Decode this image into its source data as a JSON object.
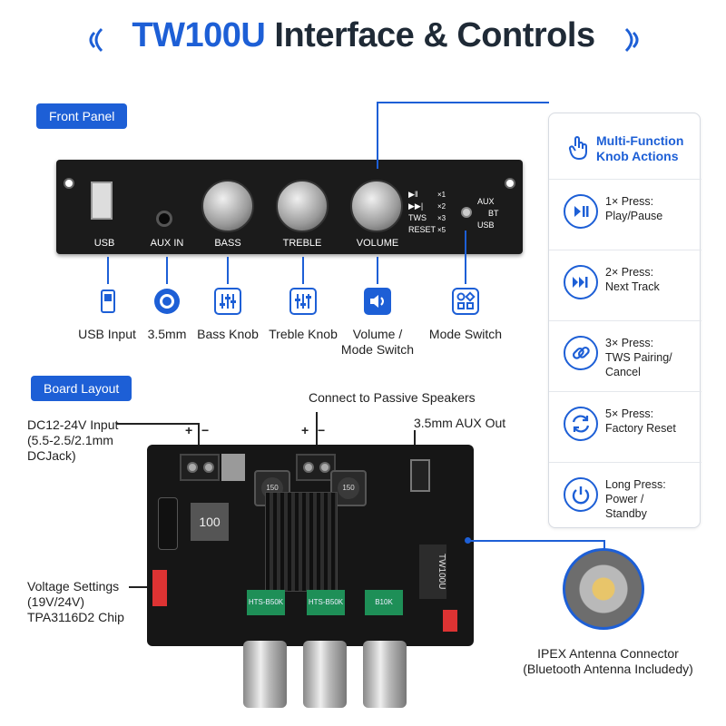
{
  "title": {
    "prefix": "TW100U",
    "rest": " Interface & Controls"
  },
  "colors": {
    "accent": "#1d5fd6",
    "text": "#222222",
    "panel": "#1b1b1b"
  },
  "front_panel": {
    "label": "Front Panel",
    "panel_labels": {
      "usb": "USB",
      "aux_in": "AUX IN",
      "bass": "BASS",
      "treble": "TREBLE",
      "volume": "VOLUME"
    },
    "indicator_lines": [
      "▶‖",
      "▶▶|",
      "TWS",
      "RESET"
    ],
    "indicator_counts": [
      "×1",
      "×2",
      "×3",
      "×5"
    ],
    "mode_labels": [
      "AUX",
      "BT",
      "USB"
    ],
    "icons": [
      {
        "name": "usb-icon",
        "label": "USB Input"
      },
      {
        "name": "jack-icon",
        "label": "3.5mm"
      },
      {
        "name": "bass-knob-icon",
        "label": "Bass Knob"
      },
      {
        "name": "treble-knob-icon",
        "label": "Treble Knob"
      },
      {
        "name": "volume-icon",
        "label": "Volume /\nMode Switch"
      },
      {
        "name": "mode-switch-icon",
        "label": "Mode Switch"
      }
    ]
  },
  "knob_actions": {
    "title": "Multi-Function\nKnob Actions",
    "items": [
      {
        "icon": "play-pause-icon",
        "text": "1× Press:\nPlay/Pause"
      },
      {
        "icon": "next-track-icon",
        "text": "2× Press:\nNext Track"
      },
      {
        "icon": "link-icon",
        "text": "3× Press:\nTWS Pairing/\nCancel"
      },
      {
        "icon": "reset-icon",
        "text": "5× Press:\nFactory Reset"
      },
      {
        "icon": "power-icon",
        "text": "Long Press:\nPower /\nStandby"
      }
    ]
  },
  "board_layout": {
    "label": "Board Layout",
    "dc_input": "DC12-24V Input\n(5.5-2.5/2.1mm\nDCJack)",
    "passive_speakers": "Connect to Passive Speakers",
    "aux_out": "3.5mm AUX Out",
    "voltage": "Voltage Settings\n(19V/24V)\nTPA3116D2 Chip",
    "plus": "+",
    "minus": "−",
    "coil_label": "150",
    "inductor_label": "100",
    "pot_labels": [
      "HTS-B50K",
      "HTS-B50K",
      "B10K"
    ],
    "board_text": "TW100U"
  },
  "antenna": {
    "label": "IPEX Antenna Connector\n(Bluetooth Antenna Includedy)"
  }
}
